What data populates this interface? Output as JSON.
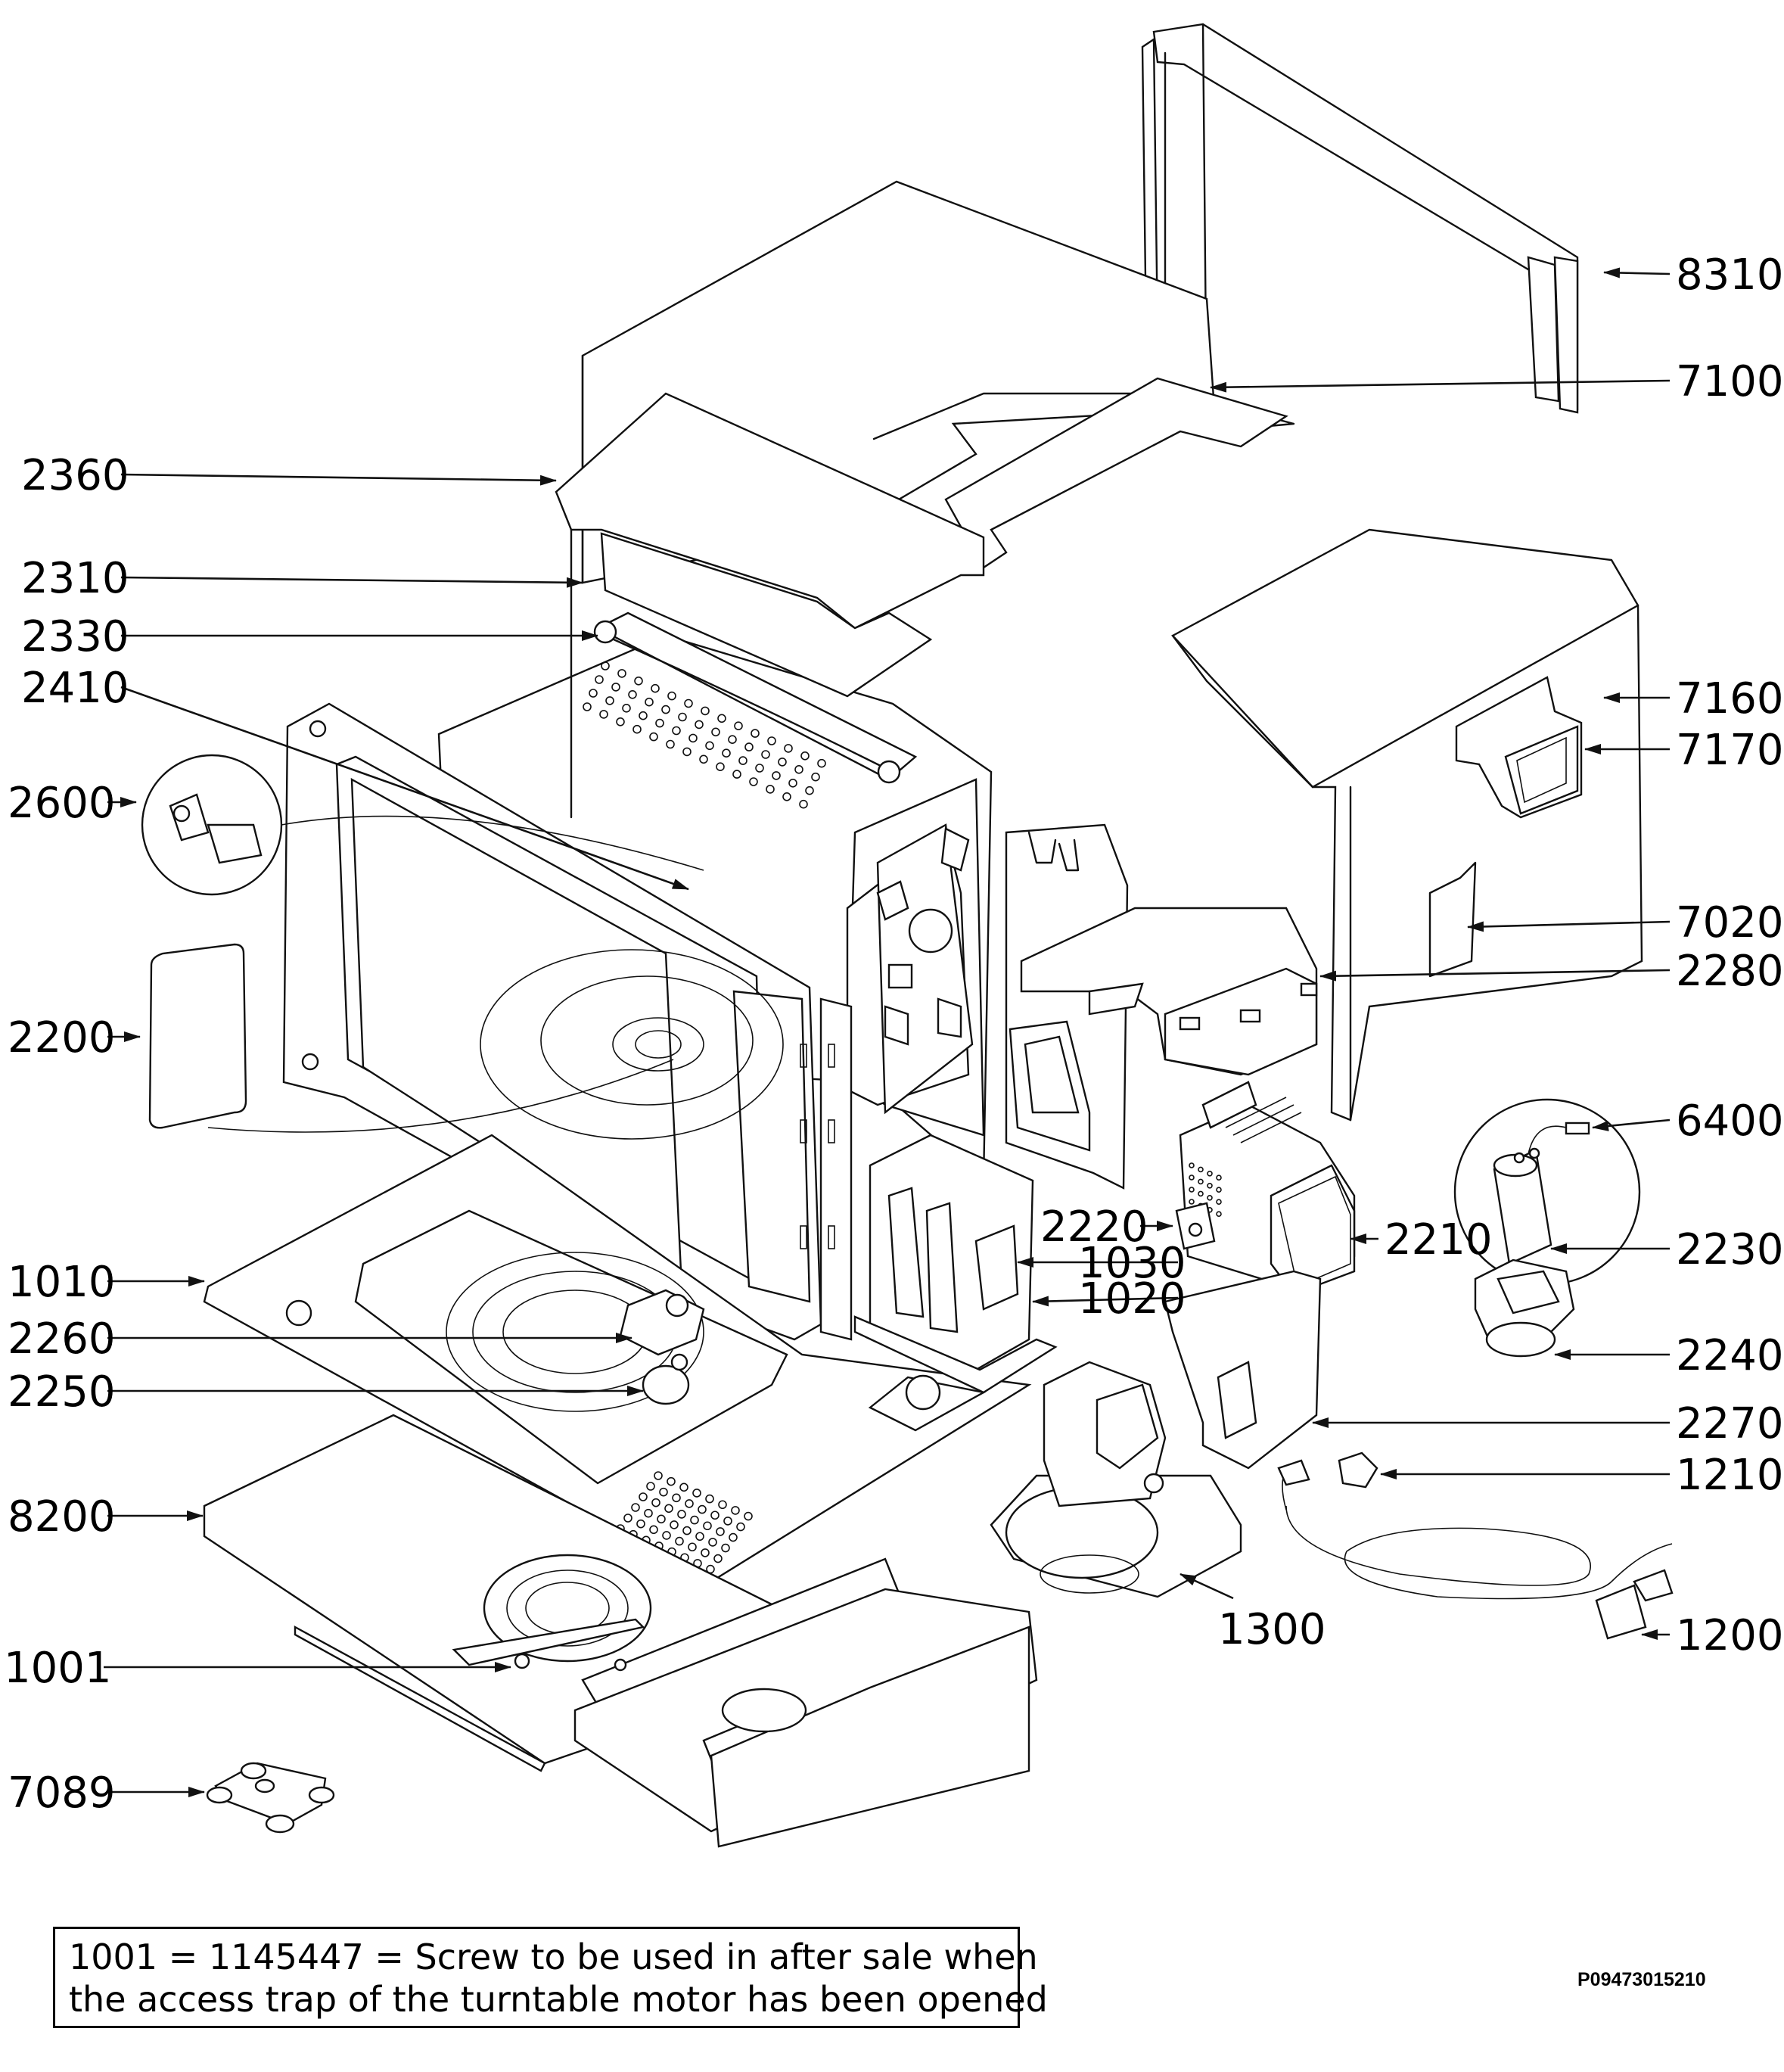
{
  "drawing": {
    "part_labels": [
      {
        "id": "8310",
        "text": "8310"
      },
      {
        "id": "7100",
        "text": "7100"
      },
      {
        "id": "2360",
        "text": "2360"
      },
      {
        "id": "2310",
        "text": "2310"
      },
      {
        "id": "2330",
        "text": "2330"
      },
      {
        "id": "2410",
        "text": "2410"
      },
      {
        "id": "7160",
        "text": "7160"
      },
      {
        "id": "7170",
        "text": "7170"
      },
      {
        "id": "2600",
        "text": "2600"
      },
      {
        "id": "7020",
        "text": "7020"
      },
      {
        "id": "2280",
        "text": "2280"
      },
      {
        "id": "2200",
        "text": "2200"
      },
      {
        "id": "6400",
        "text": "6400"
      },
      {
        "id": "2220",
        "text": "2220"
      },
      {
        "id": "1030",
        "text": "1030"
      },
      {
        "id": "2210",
        "text": "2210"
      },
      {
        "id": "2230",
        "text": "2230"
      },
      {
        "id": "1010",
        "text": "1010"
      },
      {
        "id": "1020",
        "text": "1020"
      },
      {
        "id": "2260",
        "text": "2260"
      },
      {
        "id": "2240",
        "text": "2240"
      },
      {
        "id": "2250",
        "text": "2250"
      },
      {
        "id": "2270",
        "text": "2270"
      },
      {
        "id": "1210",
        "text": "1210"
      },
      {
        "id": "8200",
        "text": "8200"
      },
      {
        "id": "1300",
        "text": "1300"
      },
      {
        "id": "1200",
        "text": "1200"
      },
      {
        "id": "1001",
        "text": "1001"
      },
      {
        "id": "7089",
        "text": "7089"
      }
    ]
  },
  "note": {
    "line1": "1001 = 1145447 = Screw to be used in after sale when",
    "line2": "the access trap of the turntable motor has been opened"
  },
  "reference_code": "P09473015210"
}
